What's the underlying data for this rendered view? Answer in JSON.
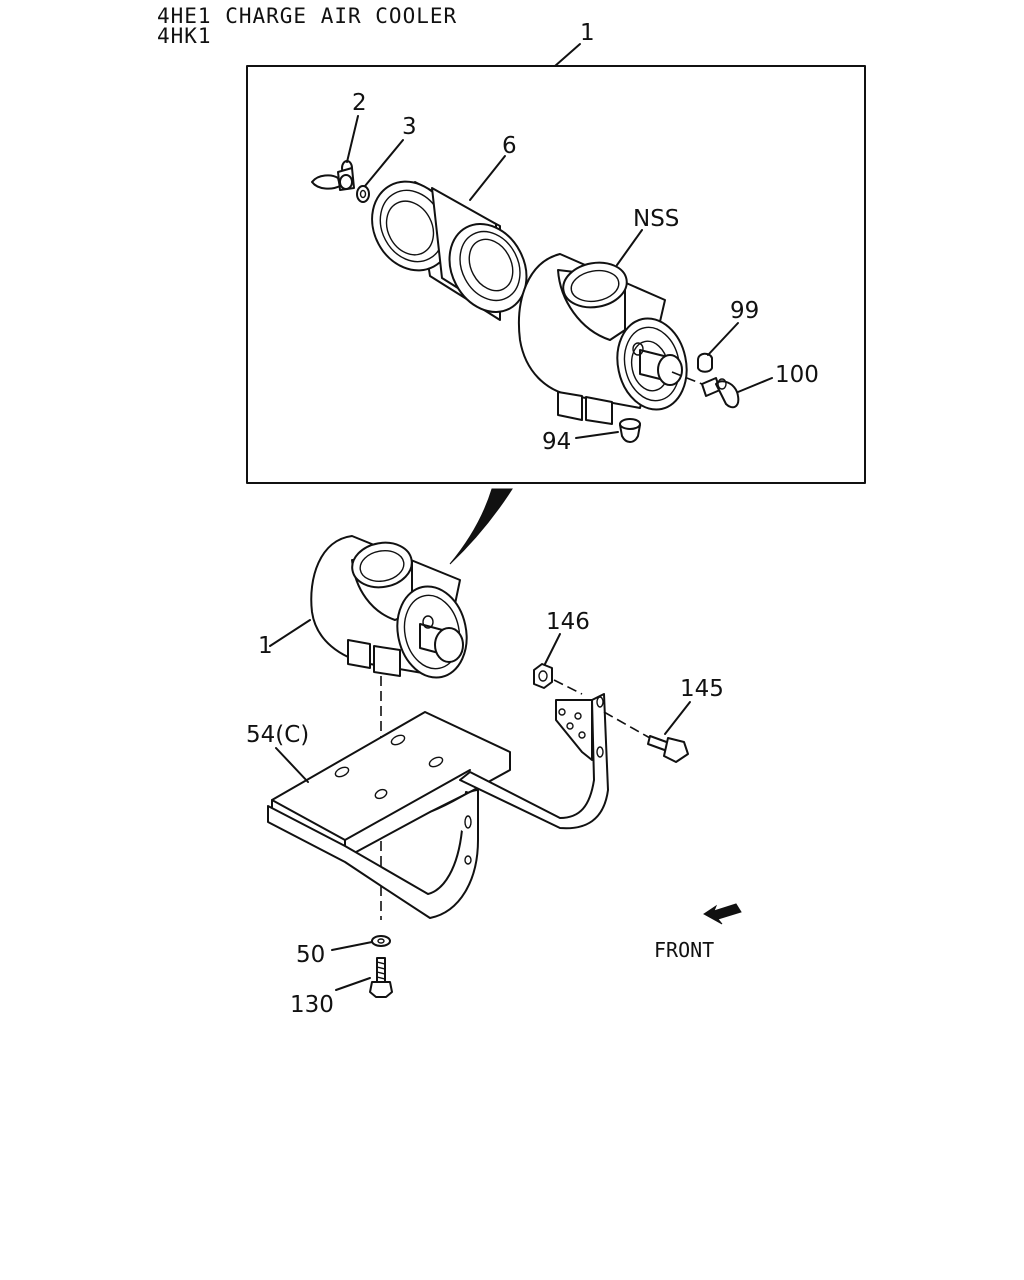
{
  "header": {
    "line1": "4HE1 CHARGE AIR COOLER",
    "line2": "4HK1"
  },
  "callouts": {
    "c1_top": "1",
    "c2": "2",
    "c3": "3",
    "c6": "6",
    "nss": "NSS",
    "c99": "99",
    "c100": "100",
    "c94": "94",
    "c1_lower": "1",
    "c146": "146",
    "c145": "145",
    "c54c": "54(C)",
    "c50": "50",
    "c130": "130"
  },
  "front_label": "FRONT"
}
